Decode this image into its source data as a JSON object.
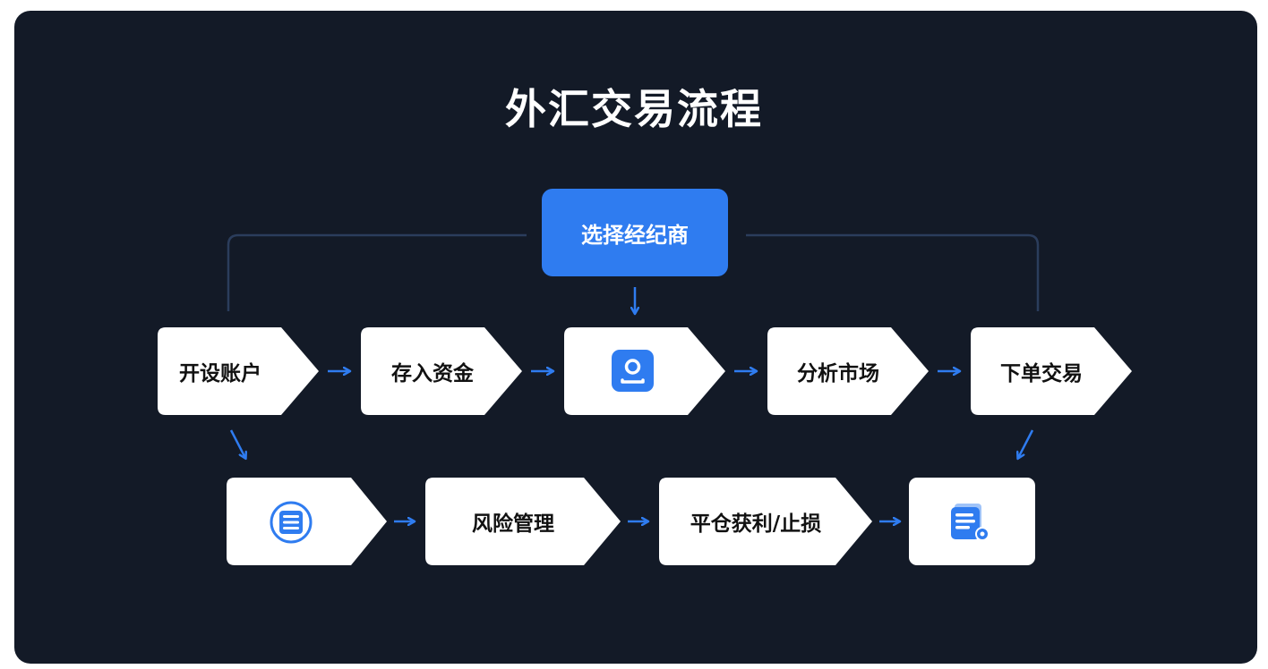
{
  "title": "外汇交易流程",
  "colors": {
    "background": "#131a27",
    "accent": "#2f7cf0",
    "connector": "#2b3d5c",
    "node_fill": "#ffffff",
    "text_dark": "#111111",
    "text_light": "#ffffff"
  },
  "top_node": {
    "label": "选择经纪商"
  },
  "row1": [
    {
      "label": "开设账户"
    },
    {
      "label": "存入资金"
    },
    {
      "label": "",
      "icon": "user-badge-icon"
    },
    {
      "label": "分析市场"
    },
    {
      "label": "下单交易"
    }
  ],
  "row2": [
    {
      "label": "",
      "icon": "document-list-icon"
    },
    {
      "label": "风险管理"
    },
    {
      "label": "平仓获利/止损"
    },
    {
      "label": "",
      "icon": "report-settings-icon"
    }
  ]
}
